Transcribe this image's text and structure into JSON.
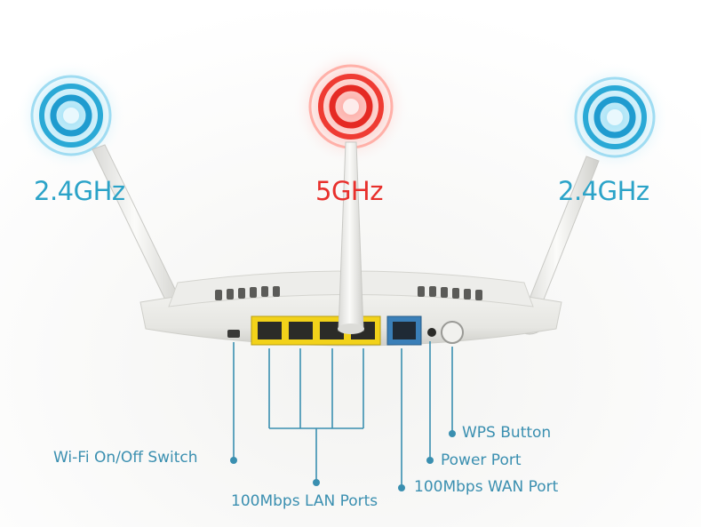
{
  "bands": {
    "left": "2.4GHz",
    "center": "5GHz",
    "right": "2.4GHz"
  },
  "callouts": {
    "wifi_switch": "Wi-Fi On/Off Switch",
    "lan_ports": "100Mbps LAN Ports",
    "wan_port": "100Mbps WAN Port",
    "power_port": "Power Port",
    "wps_button": "WPS Button"
  },
  "colors": {
    "band_24": "#2ba3c8",
    "band_5": "#e8302c",
    "callout": "#3a8fb0",
    "lan_port": "#f2d21a",
    "wan_port": "#3a7fb8"
  }
}
